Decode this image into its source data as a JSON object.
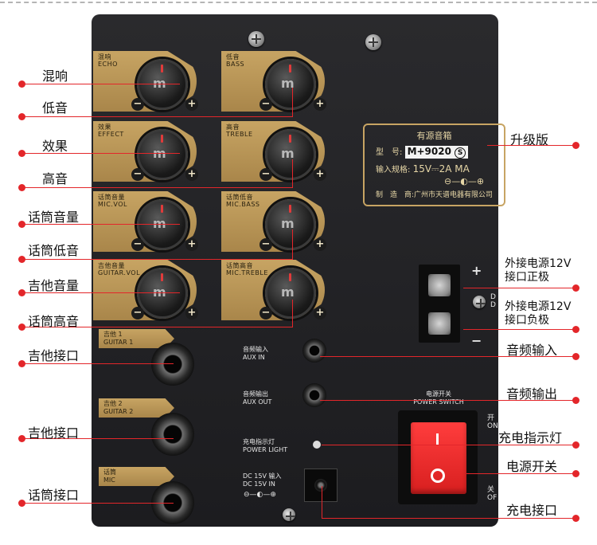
{
  "knobs": [
    {
      "cn": "混响",
      "en": "ECHO"
    },
    {
      "cn": "低音",
      "en": "BASS"
    },
    {
      "cn": "效果",
      "en": "EFFECT"
    },
    {
      "cn": "高音",
      "en": "TREBLE"
    },
    {
      "cn": "话筒音量",
      "en": "MIC.VOL"
    },
    {
      "cn": "话筒低音",
      "en": "MIC.BASS"
    },
    {
      "cn": "吉他音量",
      "en": "GUITAR.VOL"
    },
    {
      "cn": "话筒高音",
      "en": "MIC.TREBLE"
    }
  ],
  "knob_symbols": {
    "minus": "−",
    "plus": "+",
    "logo": "m"
  },
  "sections": {
    "guitar1": {
      "cn": "吉他 1",
      "en": "GUITAR 1"
    },
    "guitar2": {
      "cn": "吉他 2",
      "en": "GUITAR 2"
    },
    "mic": {
      "cn": "话筒",
      "en": "MIC"
    }
  },
  "ports": {
    "aux_in": {
      "cn": "音频输入",
      "en": "AUX IN"
    },
    "aux_out": {
      "cn": "音频输出",
      "en": "AUX OUT"
    },
    "power_light": {
      "cn": "充电指示灯",
      "en": "POWER LIGHT"
    },
    "dc": {
      "line1": "DC 15V 输入",
      "line2": "DC 15V IN"
    },
    "power_switch": {
      "cn": "电源开关",
      "en": "POWER SWITCH"
    },
    "on_label": "开",
    "on_en": "ON",
    "off_label": "关",
    "off_en": "OF"
  },
  "nameplate": {
    "title": "有源音箱",
    "model_label": "型　号:",
    "model": "M+9020",
    "model_mark": "S",
    "input_label": "输入规格:",
    "input_value": "15V⎓2A MA",
    "maker_label": "制　造　商:",
    "maker": "广州市天谱电器有限公司"
  },
  "terminal": {
    "plus": "+",
    "minus": "−",
    "d1": "D",
    "d2": "D"
  },
  "callouts_left": [
    "混响",
    "低音",
    "效果",
    "高音",
    "话筒音量",
    "话筒低音",
    "吉他音量",
    "话筒高音",
    "吉他接口",
    "吉他接口",
    "话筒接口"
  ],
  "callouts_right": {
    "upgrade": "升级版",
    "ext_pos": [
      "外接电源12V",
      "接口正极"
    ],
    "ext_neg": [
      "外接电源12V",
      "接口负极"
    ],
    "aux_in": "音频输入",
    "aux_out": "音频输出",
    "charge_light": "充电指示灯",
    "power_switch": "电源开关",
    "charge_port": "充电接口"
  },
  "colors": {
    "accent": "#e3262a",
    "gold": "#c7a463",
    "panel": "#232326",
    "switch": "#ff3d3d"
  }
}
